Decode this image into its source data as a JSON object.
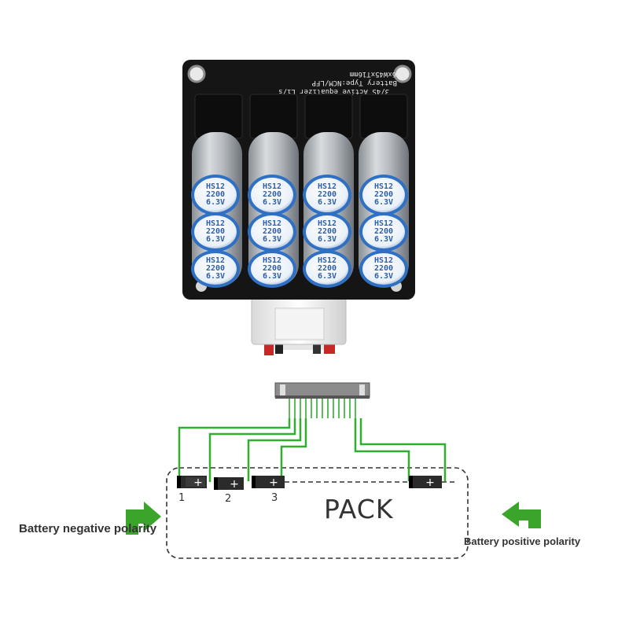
{
  "photo": {
    "capacitor_markings": [
      "HS12",
      "2200",
      "6.3V"
    ],
    "board_silkscreen": [
      "3/4S Active equalizer Li/s",
      "Battery Type:NCM/LFP",
      "L66xW45xT16mm"
    ]
  },
  "diagram": {
    "pack_label": "PACK",
    "cell_numbers": [
      "1",
      "2",
      "3"
    ],
    "cell_symbol": "+",
    "negative_label": "Battery negative polarity",
    "positive_label": "Battery positive polarity",
    "wire_color": "#2fae2f",
    "arrow_color": "#3aa52a"
  }
}
